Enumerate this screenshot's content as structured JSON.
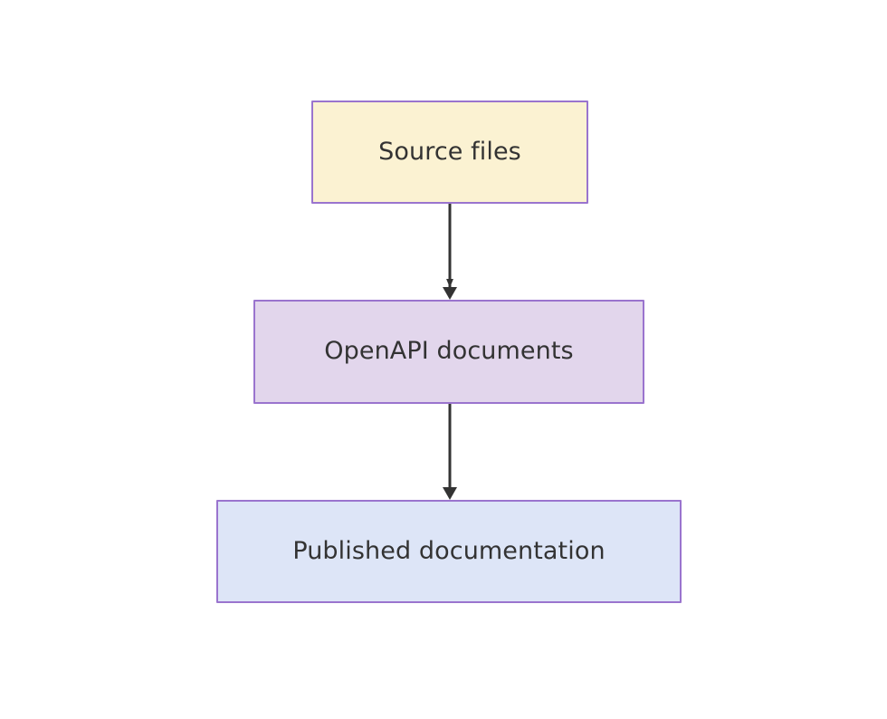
{
  "diagram": {
    "type": "flowchart",
    "direction": "top-to-bottom",
    "background_color": "#ffffff",
    "node_text_color": "#333333",
    "edge_color": "#333333",
    "nodes": [
      {
        "id": "source-files",
        "label": "Source files",
        "fill_color": "#fbf2d2",
        "border_color": "#9a74ce"
      },
      {
        "id": "openapi-documents",
        "label": "OpenAPI documents",
        "fill_color": "#e2d6ec",
        "border_color": "#9a74ce"
      },
      {
        "id": "published-documentation",
        "label": "Published documentation",
        "fill_color": "#dde5f7",
        "border_color": "#9a74ce"
      }
    ],
    "edges": [
      {
        "id": "edge-source-to-openapi",
        "from": "source-files",
        "to": "openapi-documents",
        "label": ""
      },
      {
        "id": "edge-openapi-to-published",
        "from": "openapi-documents",
        "to": "published-documentation",
        "label": ""
      }
    ]
  }
}
